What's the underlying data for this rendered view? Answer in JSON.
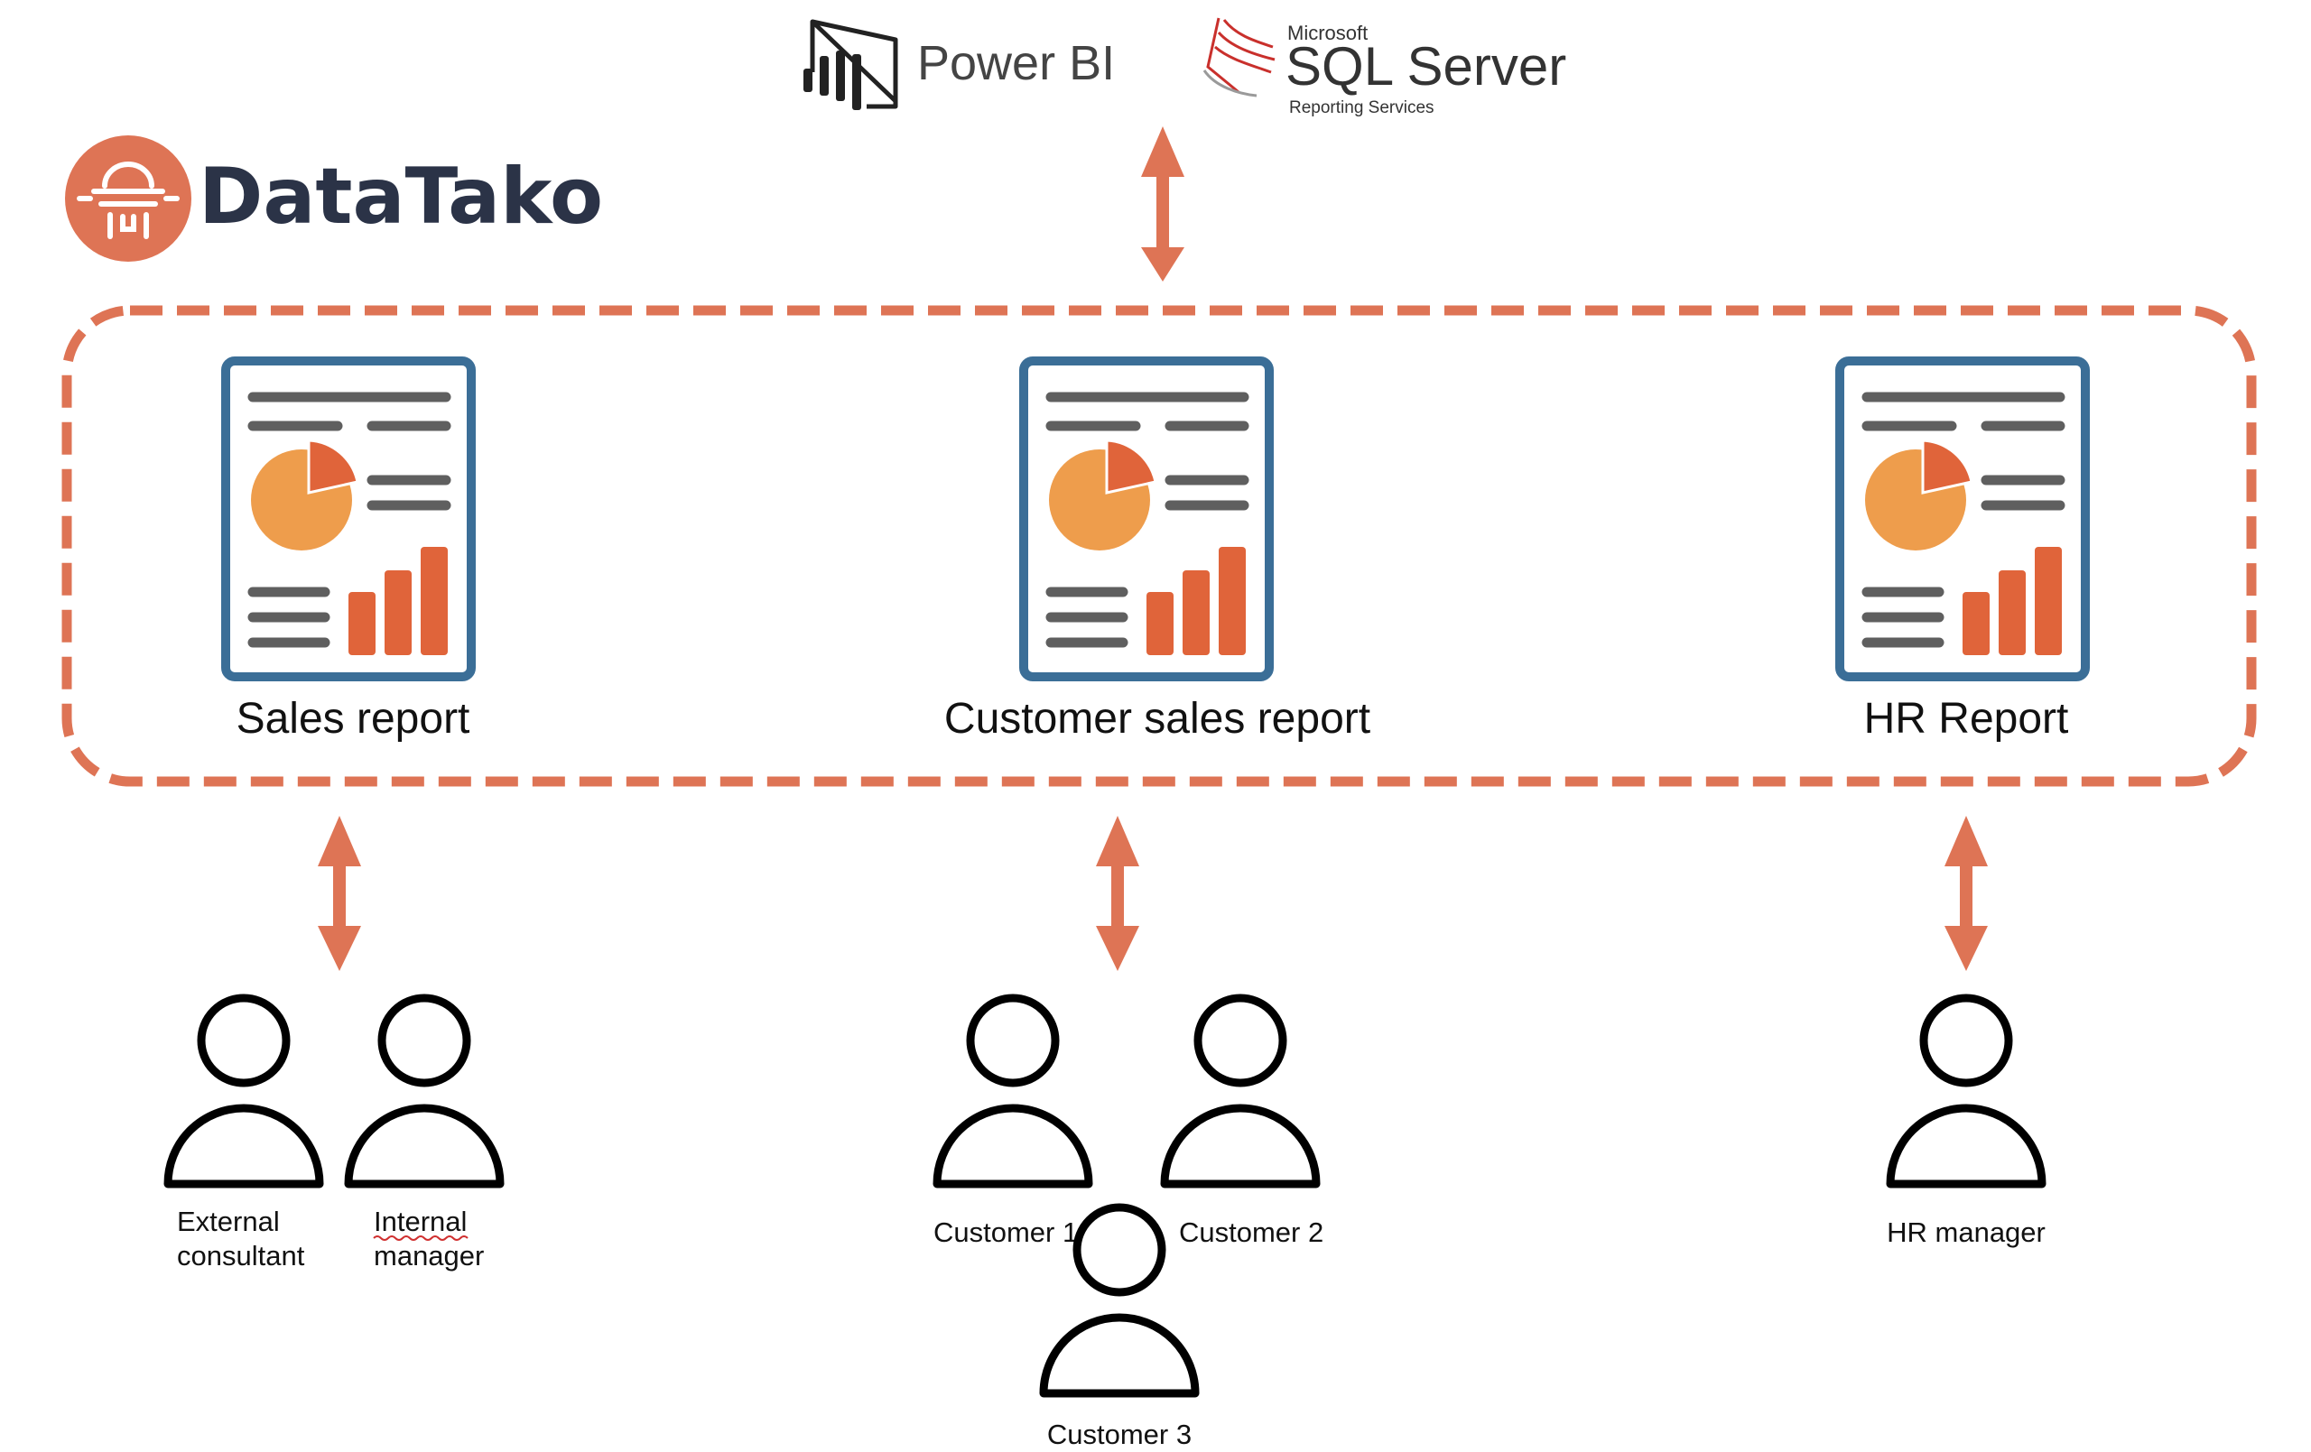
{
  "header": {
    "powerbi_label": "Power BI",
    "sql_microsoft": "Microsoft",
    "sql_name": "SQL Server",
    "sql_sub": "Reporting Services",
    "brand_name": "DataTako"
  },
  "reports": [
    {
      "label": "Sales report"
    },
    {
      "label": "Customer sales report"
    },
    {
      "label": "HR Report"
    }
  ],
  "users": {
    "sales": [
      {
        "line1": "External",
        "line2": "consultant"
      },
      {
        "line1": "Internal",
        "line2": "manager"
      }
    ],
    "customer": [
      {
        "label": "Customer 1"
      },
      {
        "label": "Customer 2"
      },
      {
        "label": "Customer 3"
      }
    ],
    "hr": [
      {
        "label": "HR manager"
      }
    ]
  },
  "colors": {
    "accent": "#DE7455",
    "brand_dark": "#2B3347",
    "report_frame": "#3B6E97",
    "bar_dark": "#5F5F5F",
    "bar_orange": "#E0643A",
    "pie_light": "#EE9D4C"
  },
  "icons": {
    "report": "report-document-icon",
    "user": "person-outline-icon",
    "arrow": "double-arrow-icon",
    "powerbi": "power-bi-logo",
    "sql": "sql-server-logo",
    "brand": "datatako-logo"
  }
}
